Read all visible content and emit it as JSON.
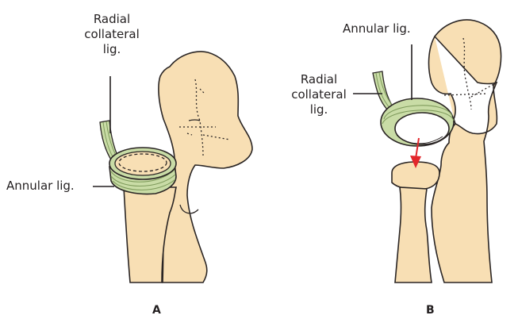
{
  "colors": {
    "bone": "#f8dfb4",
    "bone_outline": "#2a2524",
    "ligament": "#c9dca6",
    "ligament_band": "#a9c586",
    "arrow": "#e3262b",
    "text": "#231f20"
  },
  "panel_a": {
    "letter": "A",
    "radial_collateral_label": [
      "Radial",
      "collateral",
      "lig."
    ],
    "annular_label": "Annular lig."
  },
  "panel_b": {
    "letter": "B",
    "annular_label": "Annular lig.",
    "radial_collateral_label": [
      "Radial",
      "collateral",
      "lig."
    ]
  }
}
